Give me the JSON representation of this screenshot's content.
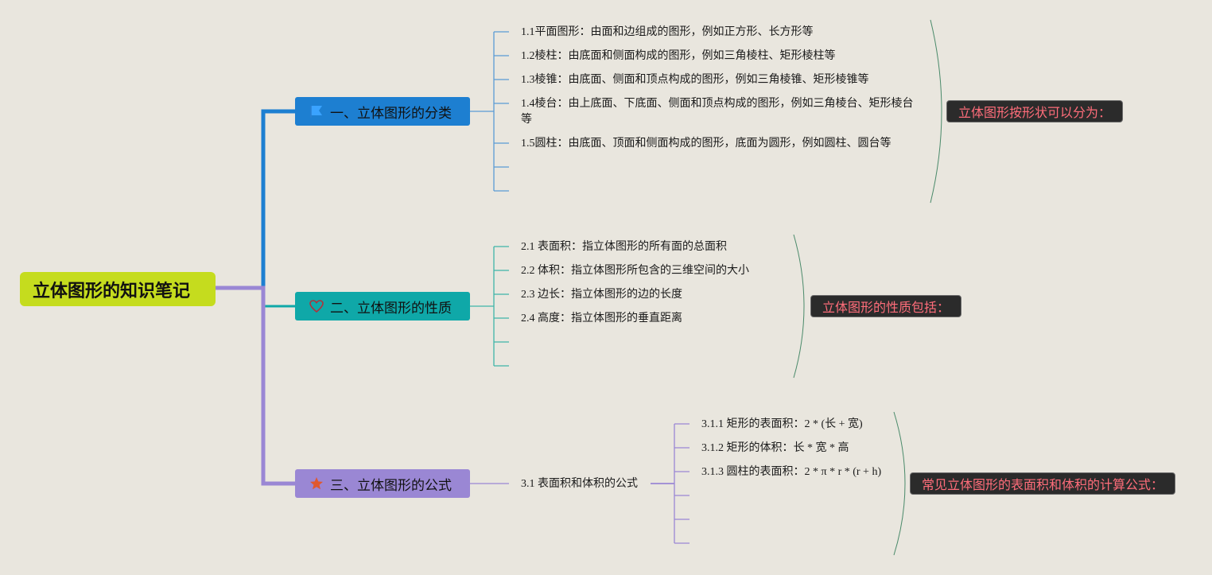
{
  "colors": {
    "background": "#e9e6de",
    "root_fill": "#c5dc1e",
    "branch1": "#1d7fd1",
    "branch2": "#0fa8a8",
    "branch3": "#9a87d4",
    "summary_fill": "#2b2b2b",
    "summary_text": "#ff6d7a",
    "brace": "#4a8a6a"
  },
  "icons": {
    "branch1": "flag-icon",
    "branch2": "heart-icon",
    "branch3": "star-icon"
  },
  "root": {
    "label": "立体图形的知识笔记"
  },
  "branches": [
    {
      "label": "一、立体图形的分类",
      "children": [
        "1.1平面图形：由面和边组成的图形，例如正方形、长方形等",
        "1.2棱柱：由底面和侧面构成的图形，例如三角棱柱、矩形棱柱等",
        "1.3棱锥：由底面、侧面和顶点构成的图形，例如三角棱锥、矩形棱锥等",
        "1.4棱台：由上底面、下底面、侧面和顶点构成的图形，例如三角棱台、矩形棱台等",
        "1.5圆柱：由底面、顶面和侧面构成的图形，底面为圆形，例如圆柱、圆台等"
      ],
      "summary": "立体图形按形状可以分为："
    },
    {
      "label": "二、立体图形的性质",
      "children": [
        "2.1 表面积：指立体图形的所有面的总面积",
        "2.2 体积：指立体图形所包含的三维空间的大小",
        "2.3 边长：指立体图形的边的长度",
        "2.4 高度：指立体图形的垂直距离"
      ],
      "summary": "立体图形的性质包括："
    },
    {
      "label": "三、立体图形的公式",
      "sub": {
        "label": "3.1 表面积和体积的公式",
        "children": [
          "3.1.1 矩形的表面积：2 * (长 + 宽)",
          "3.1.2 矩形的体积：长 * 宽 * 高",
          "3.1.3 圆柱的表面积：2 * π * r * (r + h)"
        ]
      },
      "summary": "常见立体图形的表面积和体积的计算公式："
    }
  ]
}
